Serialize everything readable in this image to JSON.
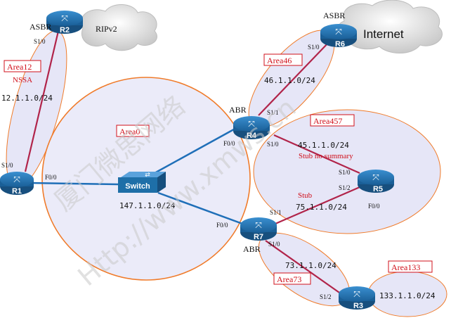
{
  "areas": {
    "area0": "Area0",
    "area12": "Area12",
    "area46": "Area46",
    "area457": "Area457",
    "area73": "Area73",
    "area133": "Area133"
  },
  "routers": {
    "r1": "R1",
    "r2": "R2",
    "r3": "R3",
    "r4": "R4",
    "r5": "R5",
    "r6": "R6",
    "r7": "R7",
    "switch": "Switch"
  },
  "roles": {
    "asbr_r2": "ASBR",
    "asbr_r6": "ASBR",
    "abr_r4": "ABR",
    "abr_r7": "ABR"
  },
  "clouds": {
    "rip": "RIPv2",
    "internet": "Internet"
  },
  "networks": {
    "net12": "12.1.1.0/24",
    "net46": "46.1.1.0/24",
    "net45": "45.1.1.0/24",
    "net75": "75.1.1.0/24",
    "net73": "73.1.1.0/24",
    "net133": "133.1.1.0/24",
    "net147": "147.1.1.0/24"
  },
  "area_types": {
    "nssa": "NSSA",
    "stub_no_summary": "Stub no summary",
    "stub": "Stub"
  },
  "ports": {
    "r2_s10": "S1/0",
    "r1_s10": "S1/0",
    "r1_f00": "F0/0",
    "r6_s10": "S1/0",
    "r4_s11": "S1/1",
    "r4_f00": "F0/0",
    "r4_s10": "S1/0",
    "r5_s10": "S1/0",
    "r5_s12": "S1/2",
    "r5_f00": "F0/0",
    "r7_s11": "S1/1",
    "r7_f00": "F0/0",
    "r7_s10": "S1/0",
    "r3_s12": "S1/2"
  },
  "watermark": {
    "line1": "厦门微思网络",
    "line2": "Http://www.xmws.cn"
  },
  "colors": {
    "area_fill": "#e6e6f7",
    "area0_stroke": "#f07b2a",
    "link_blue": "#1f6fb8",
    "serial_link": "#b1244a",
    "router_fill": "#1e6fa8",
    "label_red": "#d0101b"
  }
}
